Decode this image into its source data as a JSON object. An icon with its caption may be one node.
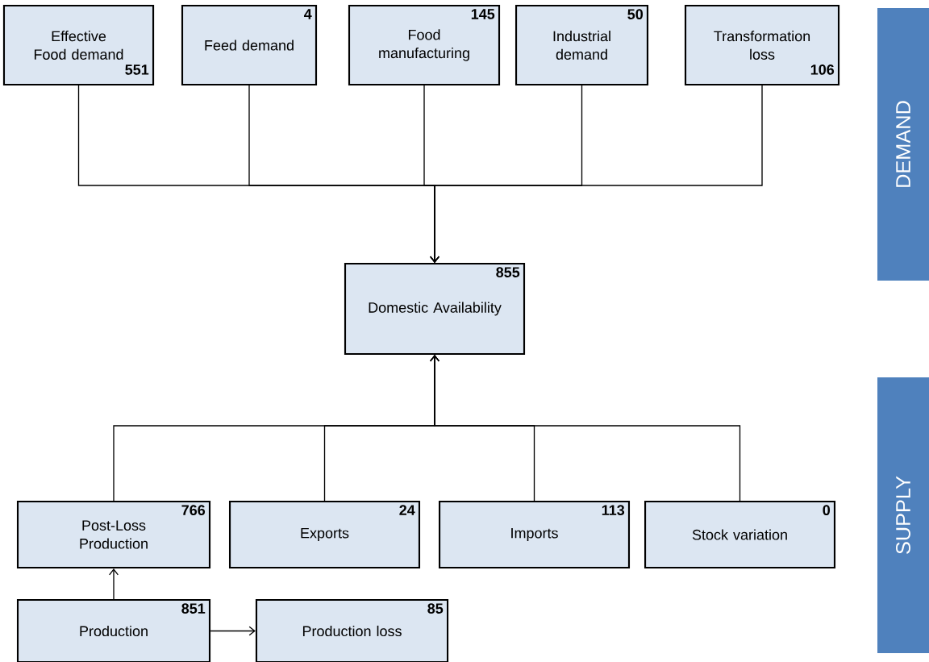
{
  "diagram": {
    "nodes": [
      {
        "text": [
          "Effective Food demand",
          "551"
        ]
      },
      {
        "text": [
          "Feed demand",
          "4"
        ]
      },
      {
        "text": [
          "Food manufacturing",
          "145"
        ]
      },
      {
        "text": [
          "Industrial demand",
          "50"
        ]
      },
      {
        "text": [
          "Transformation loss",
          "106"
        ]
      },
      {
        "text": [
          "DEMAND"
        ]
      },
      {
        "text": [
          "855",
          "Domestic Availability"
        ]
      },
      {
        "text": [
          "Post-Loss Production",
          "766"
        ]
      },
      {
        "text": [
          "Exports",
          "24"
        ]
      },
      {
        "text": [
          "Imports",
          "113"
        ]
      },
      {
        "text": [
          "Stock variation",
          "0"
        ]
      },
      {
        "text": [
          "SUPPLY"
        ]
      },
      {
        "text": [
          "Production",
          "851"
        ]
      },
      {
        "text": [
          "Production loss",
          "85"
        ]
      }
    ],
    "edges": [
      {
        "from": 0,
        "to": 6,
        "arrow": "to"
      },
      {
        "from": 1,
        "to": 6,
        "arrow": "to"
      },
      {
        "from": 2,
        "to": 6,
        "arrow": "to"
      },
      {
        "from": 3,
        "to": 6,
        "arrow": "to"
      },
      {
        "from": 4,
        "to": 6,
        "arrow": "to"
      },
      {
        "from": 7,
        "to": 6,
        "arrow": "to"
      },
      {
        "from": 8,
        "to": 6,
        "arrow": "to"
      },
      {
        "from": 9,
        "to": 6,
        "arrow": "to"
      },
      {
        "from": 10,
        "to": 6,
        "arrow": "to"
      },
      {
        "from": 12,
        "to": 7,
        "arrow": "to"
      },
      {
        "from": 12,
        "to": 13,
        "arrow": "to"
      }
    ]
  }
}
